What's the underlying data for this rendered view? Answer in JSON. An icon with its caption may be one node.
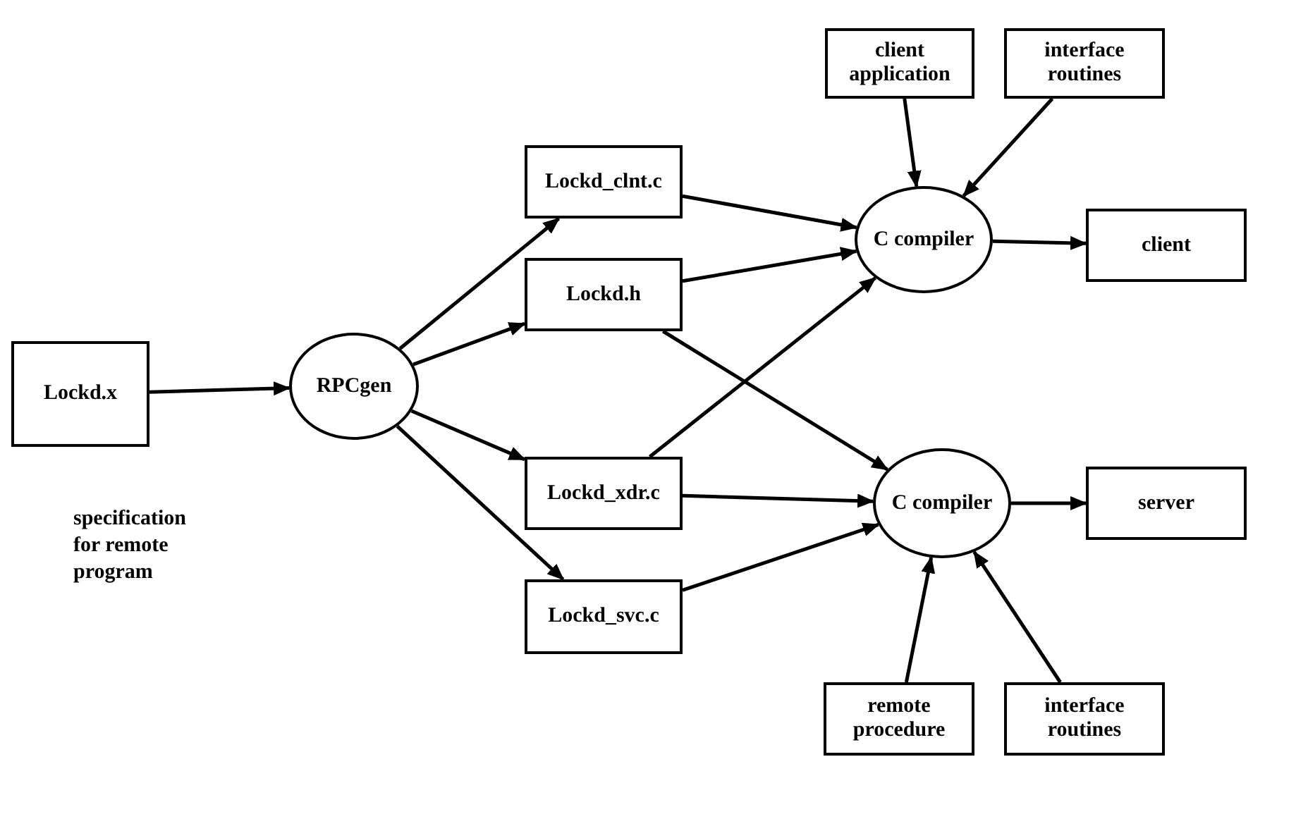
{
  "diagram": {
    "nodes": [
      {
        "text": [
          "Lockd.x"
        ],
        "beside": [
          "specification for remote program"
        ]
      },
      {
        "text": [
          "RPCgen"
        ]
      },
      {
        "text": [
          "Lockd_clnt.c"
        ]
      },
      {
        "text": [
          "Lockd.h"
        ]
      },
      {
        "text": [
          "Lockd_xdr.c"
        ]
      },
      {
        "text": [
          "Lockd_svc.c"
        ]
      },
      {
        "text": [
          "client application"
        ]
      },
      {
        "text": [
          "interface routines"
        ]
      },
      {
        "text": [
          "C compiler"
        ]
      },
      {
        "text": [
          "client"
        ]
      },
      {
        "text": [
          "C compiler"
        ]
      },
      {
        "text": [
          "server"
        ]
      },
      {
        "text": [
          "remote procedure"
        ]
      },
      {
        "text": [
          "interface routines"
        ]
      }
    ],
    "edges": [
      {
        "from": 0,
        "to": 1,
        "arrow": "to"
      },
      {
        "from": 1,
        "to": 2,
        "arrow": "to"
      },
      {
        "from": 1,
        "to": 3,
        "arrow": "to"
      },
      {
        "from": 1,
        "to": 4,
        "arrow": "to"
      },
      {
        "from": 1,
        "to": 5,
        "arrow": "to"
      },
      {
        "from": 2,
        "to": 8,
        "arrow": "to"
      },
      {
        "from": 3,
        "to": 8,
        "arrow": "to"
      },
      {
        "from": 4,
        "to": 8,
        "arrow": "to"
      },
      {
        "from": 3,
        "to": 10,
        "arrow": "to"
      },
      {
        "from": 4,
        "to": 10,
        "arrow": "to"
      },
      {
        "from": 5,
        "to": 10,
        "arrow": "to"
      },
      {
        "from": 6,
        "to": 8,
        "arrow": "to"
      },
      {
        "from": 7,
        "to": 8,
        "arrow": "to"
      },
      {
        "from": 8,
        "to": 9,
        "arrow": "to"
      },
      {
        "from": 10,
        "to": 11,
        "arrow": "to"
      },
      {
        "from": 12,
        "to": 10,
        "arrow": "to"
      },
      {
        "from": 13,
        "to": 10,
        "arrow": "to"
      }
    ]
  }
}
